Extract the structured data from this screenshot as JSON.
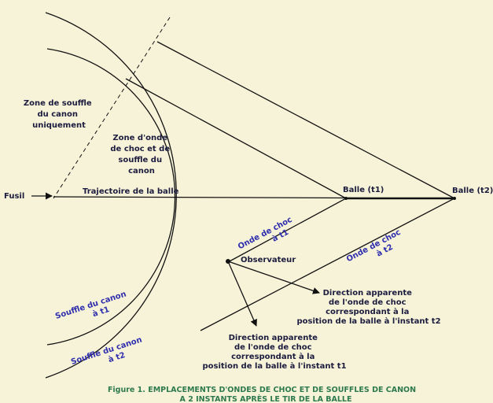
{
  "labels": {
    "zone_souffle": [
      "Zone de souffle",
      "du canon",
      "uniquement"
    ],
    "zone_onde": [
      "Zone d'onde",
      "de choc et de",
      "souffle du",
      "canon"
    ],
    "fusil": "Fusil",
    "trajectoire": "Trajectoire de la balle",
    "balle_t1": "Balle (t1)",
    "balle_t2": "Balle (t2)",
    "onde_t1": [
      "Onde de choc",
      "à t1"
    ],
    "onde_t2": [
      "Onde de choc",
      "à t2"
    ],
    "observateur": "Observateur",
    "souffle_t1": [
      "Souffle du canon",
      "à t1"
    ],
    "souffle_t2": [
      "Souffle du canon",
      "à t2"
    ],
    "dir_t2": [
      "Direction apparente",
      "de l'onde de choc",
      "correspondant à la",
      "position de la balle à l'instant t2"
    ],
    "dir_t1": [
      "Direction apparente",
      "de l'onde de choc",
      "correspondant à la",
      "position de la balle à l'instant t1"
    ]
  },
  "caption": {
    "line1": "Figure 1.  EMPLACEMENTS D'ONDES DE CHOC ET DE SOUFFLES DE CANON",
    "line2": "A 2 INSTANTS APRÈS LE TIR DE LA BALLE"
  },
  "colors": {
    "background": "#f7f3d9",
    "lines": "#111111",
    "label_text": "#1c1c3e",
    "blue_text": "#2f2fae",
    "caption_text": "#2e7a4d"
  }
}
